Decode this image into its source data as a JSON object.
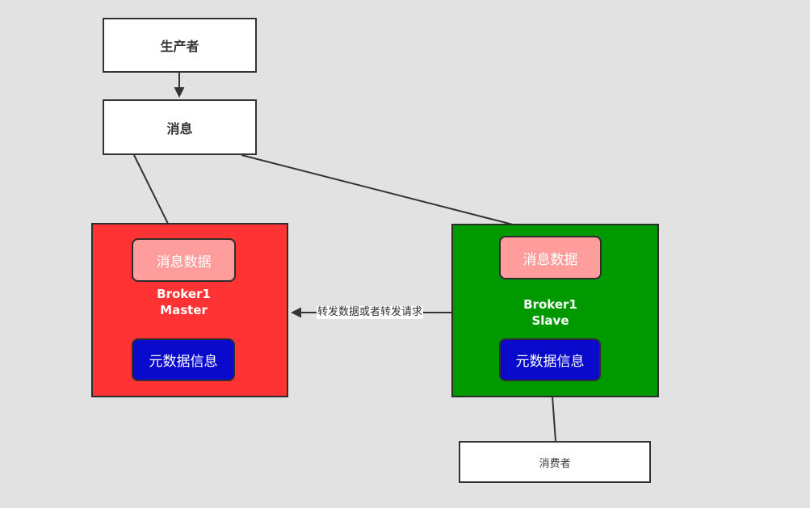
{
  "diagram": {
    "background_color": "#e2e2e2",
    "border_color": "#2d2d2d",
    "arrow_color": "#333333",
    "nodes": {
      "producer": {
        "label": "生产者",
        "fill": "#ffffff"
      },
      "message": {
        "label": "消息",
        "fill": "#ffffff"
      },
      "broker_master": {
        "title_line1": "Broker1",
        "title_line2": "Master",
        "fill": "#ff3333",
        "message_data_label": "消息数据",
        "message_data_fill": "#ff9d9d",
        "metadata_label": "元数据信息",
        "metadata_fill": "#0a0acc"
      },
      "broker_slave": {
        "title_line1": "Broker1",
        "title_line2": "Slave",
        "fill": "#009900",
        "message_data_label": "消息数据",
        "message_data_fill": "#ff9d9d",
        "metadata_label": "元数据信息",
        "metadata_fill": "#0a0acc"
      },
      "consumer": {
        "label": "消费者",
        "fill": "#ffffff"
      }
    },
    "edges": {
      "producer_to_message": {
        "label": ""
      },
      "message_to_master": {
        "label": ""
      },
      "message_to_slave": {
        "label": ""
      },
      "master_msgdata_to_metadata": {
        "label": ""
      },
      "slave_msgdata_to_metadata": {
        "label": ""
      },
      "slave_to_master_forward": {
        "label": "转发数据或者转发请求"
      },
      "consumer_to_slave_metadata": {
        "label": ""
      }
    }
  }
}
